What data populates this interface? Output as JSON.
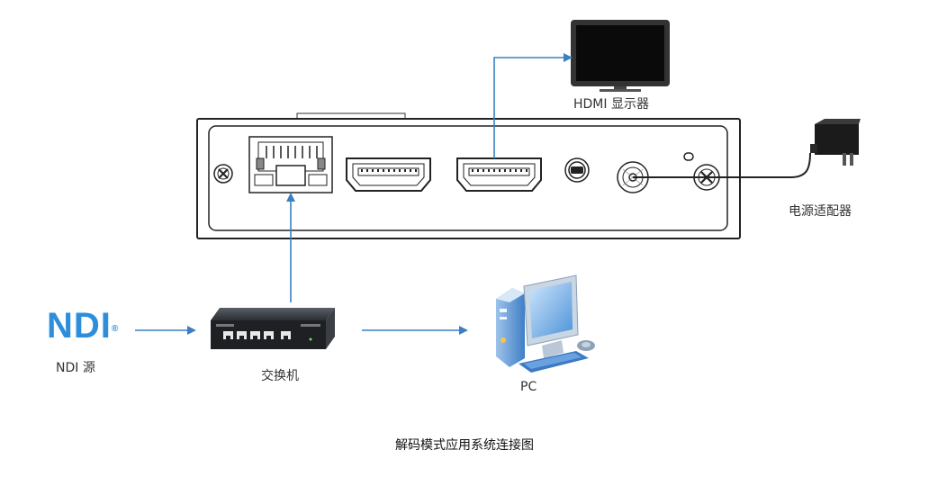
{
  "diagram": {
    "caption": "解码模式应用系统连接图",
    "labels": {
      "hdmi_monitor": "HDMI 显示器",
      "power_adapter": "电源适配器",
      "ndi_source": "NDI 源",
      "switch": "交换机",
      "pc": "PC"
    },
    "ndi_logo": {
      "text": "NDI",
      "mark": "®"
    },
    "colors": {
      "arrow": "#3a7fc4",
      "ndi_brand": "#2d8fdc",
      "device_outline": "#222222",
      "monitor_body": "#111111"
    }
  }
}
